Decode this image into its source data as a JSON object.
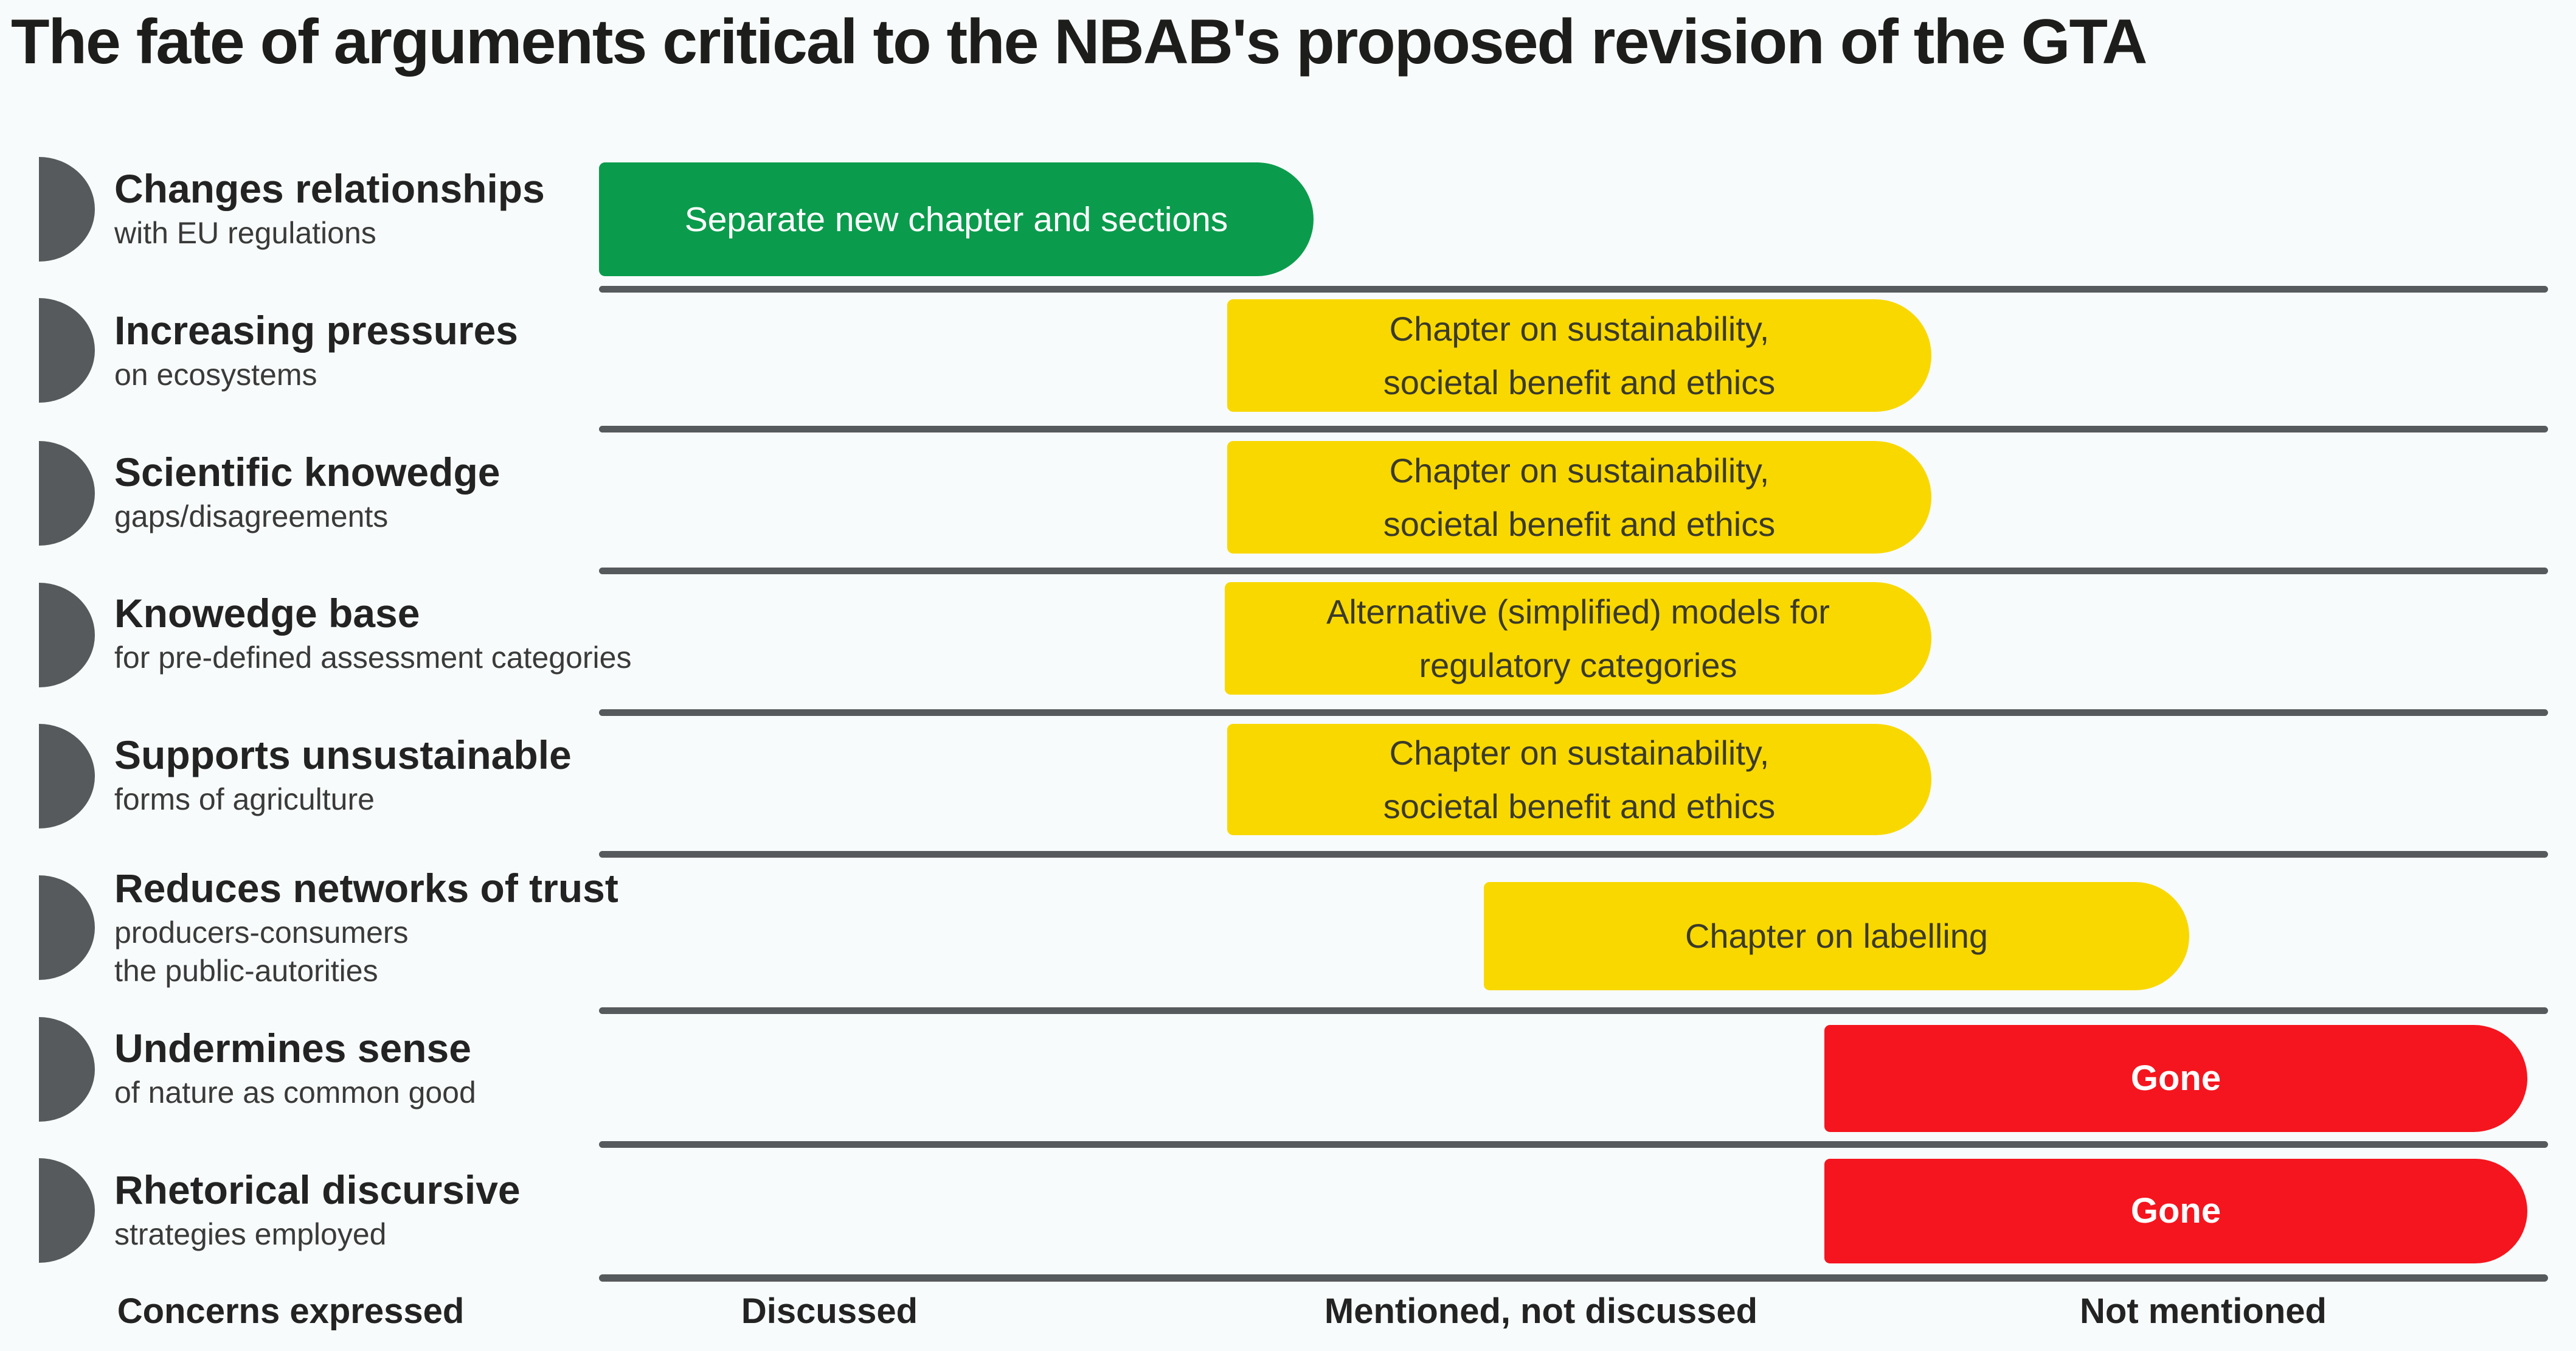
{
  "title": "The fate of arguments critical to the NBAB's proposed revision of the GTA",
  "colors": {
    "background": "#f8fbfb",
    "green": "#0a9c4c",
    "yellow": "#f9d800",
    "red": "#f5151e",
    "gray": "#565a5c",
    "title_text": "#1d1d1b",
    "bar_text_light": "#ffffff",
    "bar_text_dark": "#3a3a2a"
  },
  "footer": {
    "axis_label": "Concerns expressed",
    "columns": [
      "Discussed",
      "Mentioned, not discussed",
      "Not mentioned"
    ]
  },
  "rows": [
    {
      "title": "Changes relationships",
      "subtitle_lines": [
        "with EU regulations"
      ],
      "bar": {
        "status": "Discussed",
        "color_name": "green",
        "color": "#0a9c4c",
        "label": "Separate new chapter and sections",
        "lines": [
          "Separate new chapter and sections"
        ]
      }
    },
    {
      "title": "Increasing pressures",
      "subtitle_lines": [
        "on ecosystems"
      ],
      "bar": {
        "status": "Mentioned, not discussed",
        "color_name": "yellow",
        "color": "#f9d800",
        "label": "Chapter on sustainability, societal benefit and ethics",
        "lines": [
          "Chapter on sustainability,",
          "societal benefit and ethics"
        ]
      }
    },
    {
      "title": "Scientific knowedge",
      "subtitle_lines": [
        "gaps/disagreements"
      ],
      "bar": {
        "status": "Mentioned, not discussed",
        "color_name": "yellow",
        "color": "#f9d800",
        "label": "Chapter on sustainability, societal benefit and ethics",
        "lines": [
          "Chapter on sustainability,",
          "societal benefit and ethics"
        ]
      }
    },
    {
      "title": "Knowedge base",
      "subtitle_lines": [
        "for pre-defined assessment categories"
      ],
      "bar": {
        "status": "Mentioned, not discussed",
        "color_name": "yellow",
        "color": "#f9d800",
        "label": "Alternative (simplified) models for regulatory categories",
        "lines": [
          "Alternative (simplified) models for",
          "regulatory categories"
        ]
      }
    },
    {
      "title": "Supports unsustainable",
      "subtitle_lines": [
        "forms of agriculture"
      ],
      "bar": {
        "status": "Mentioned, not discussed",
        "color_name": "yellow",
        "color": "#f9d800",
        "label": "Chapter on sustainability, societal benefit and ethics",
        "lines": [
          "Chapter on sustainability,",
          "societal benefit and ethics"
        ]
      }
    },
    {
      "title": "Reduces networks of trust",
      "subtitle_lines": [
        "producers-consumers",
        "the public-autorities"
      ],
      "bar": {
        "status": "Mentioned, not discussed",
        "color_name": "yellow",
        "color": "#f9d800",
        "label": "Chapter on labelling",
        "lines": [
          "Chapter on labelling"
        ]
      }
    },
    {
      "title": "Undermines sense",
      "subtitle_lines": [
        "of nature as common good"
      ],
      "bar": {
        "status": "Not mentioned",
        "color_name": "red",
        "color": "#f5151e",
        "label": "Gone",
        "lines": [
          "Gone"
        ]
      }
    },
    {
      "title": "Rhetorical discursive",
      "subtitle_lines": [
        "strategies employed"
      ],
      "bar": {
        "status": "Not mentioned",
        "color_name": "red",
        "color": "#f5151e",
        "label": "Gone",
        "lines": [
          "Gone"
        ]
      }
    }
  ],
  "chart_data": {
    "type": "table",
    "title": "The fate of arguments critical to the NBAB's proposed revision of the GTA",
    "x_categories": [
      "Discussed",
      "Mentioned, not discussed",
      "Not mentioned"
    ],
    "y_axis_label": "Concerns expressed",
    "legend_position": "bottom",
    "grid": "row-separators",
    "rows": [
      {
        "concern": "Changes relationships with EU regulations",
        "fate": "Discussed",
        "outcome": "Separate new chapter and sections",
        "color": "green"
      },
      {
        "concern": "Increasing pressures on ecosystems",
        "fate": "Mentioned, not discussed",
        "outcome": "Chapter on sustainability, societal benefit and ethics",
        "color": "yellow"
      },
      {
        "concern": "Scientific knowedge gaps/disagreements",
        "fate": "Mentioned, not discussed",
        "outcome": "Chapter on sustainability, societal benefit and ethics",
        "color": "yellow"
      },
      {
        "concern": "Knowedge base for pre-defined assessment categories",
        "fate": "Mentioned, not discussed",
        "outcome": "Alternative (simplified) models for regulatory categories",
        "color": "yellow"
      },
      {
        "concern": "Supports unsustainable forms of agriculture",
        "fate": "Mentioned, not discussed",
        "outcome": "Chapter on sustainability, societal benefit and ethics",
        "color": "yellow"
      },
      {
        "concern": "Reduces networks of trust producers-consumers the public-autorities",
        "fate": "Mentioned, not discussed",
        "outcome": "Chapter on labelling",
        "color": "yellow"
      },
      {
        "concern": "Undermines sense of nature as common good",
        "fate": "Not mentioned",
        "outcome": "Gone",
        "color": "red"
      },
      {
        "concern": "Rhetorical discursive strategies employed",
        "fate": "Not mentioned",
        "outcome": "Gone",
        "color": "red"
      }
    ]
  }
}
